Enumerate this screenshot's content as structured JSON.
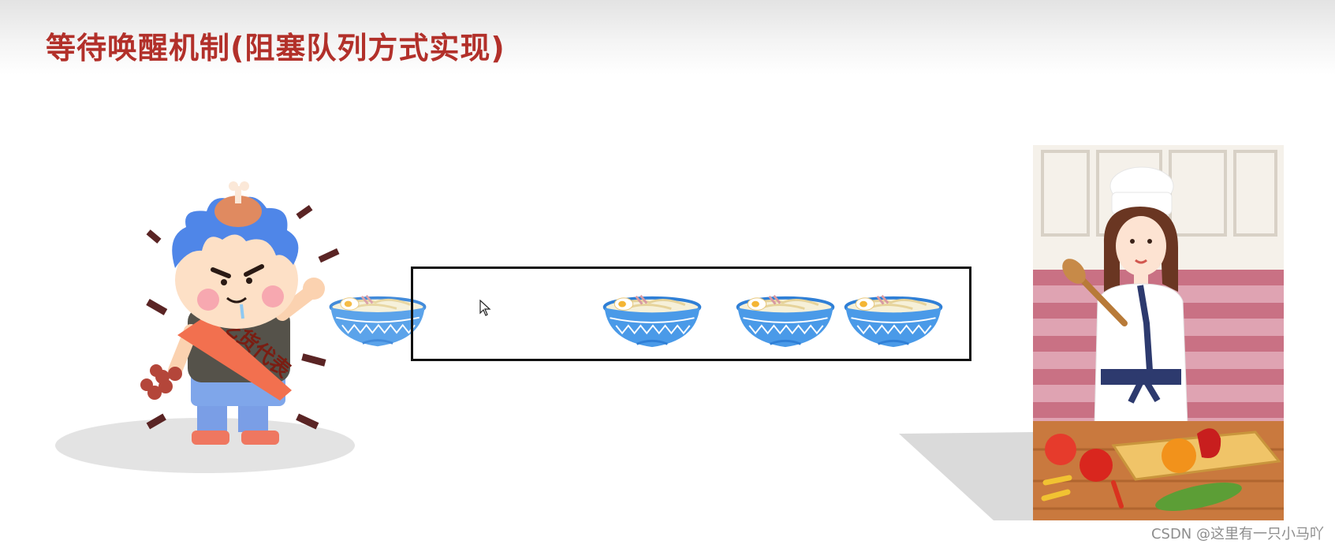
{
  "slide": {
    "title": "等待唤醒机制(阻塞队列方式实现)",
    "watermark": "CSDN @这里有一只小马吖"
  },
  "consumer": {
    "sash_text": "吃货代表"
  },
  "queue": {
    "bowls_in_queue": 3,
    "bowl_being_taken": 1
  },
  "colors": {
    "title": "#b2302a",
    "bowl": "#3d8ee0",
    "queue_border": "#111111",
    "kitchen_stripe": "#c97184"
  }
}
